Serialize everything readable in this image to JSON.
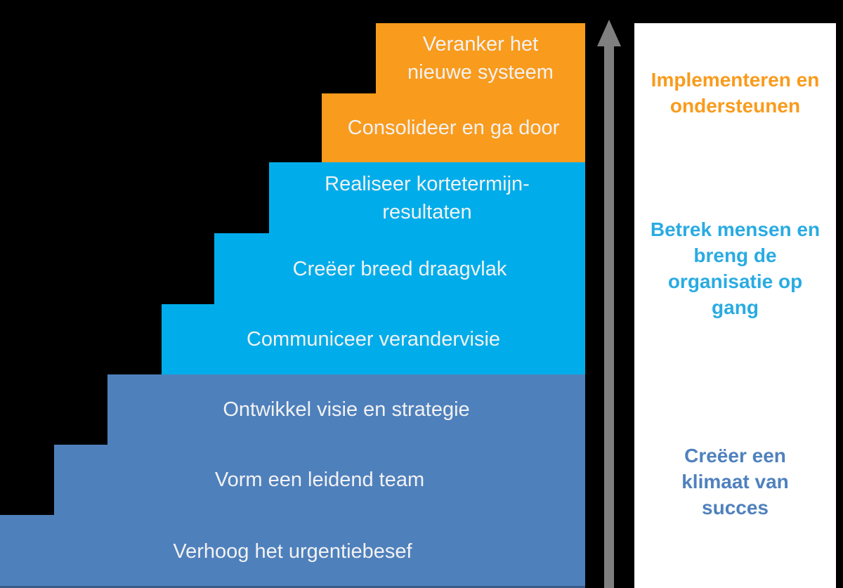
{
  "background_color": "#000000",
  "staircase": {
    "text_color": "#F2F2F2",
    "groups": [
      {
        "id": "climate",
        "color": "#4E80BC",
        "text_color": "#4F81BD",
        "legend_label": "Creëer een\nklimaat van\nsucces"
      },
      {
        "id": "engage",
        "color": "#00ADEA",
        "text_color": "#29ABE2",
        "legend_label": "Betrek mensen en\nbreng de\norganisatie op\ngang"
      },
      {
        "id": "implement",
        "color": "#F99B1C",
        "text_color": "#F99B1C",
        "legend_label": "Implementeren en\nondersteunen"
      }
    ],
    "steps": [
      {
        "label": "Verhoog het urgentiebesef",
        "group": "climate"
      },
      {
        "label": "Vorm een leidend team",
        "group": "climate"
      },
      {
        "label": "Ontwikkel visie en strategie",
        "group": "climate"
      },
      {
        "label": "Communiceer verandervisie",
        "group": "engage"
      },
      {
        "label": "Creëer breed draagvlak",
        "group": "engage"
      },
      {
        "label": "Realiseer kortetermijn-\nresultaten",
        "group": "engage"
      },
      {
        "label": "Consolideer en ga door",
        "group": "implement"
      },
      {
        "label": "Veranker het\nnieuwe systeem",
        "group": "implement"
      }
    ]
  },
  "arrow": {
    "color": "#7F7F7F",
    "direction": "up"
  },
  "legend": {
    "background": "#FFFFFF"
  }
}
